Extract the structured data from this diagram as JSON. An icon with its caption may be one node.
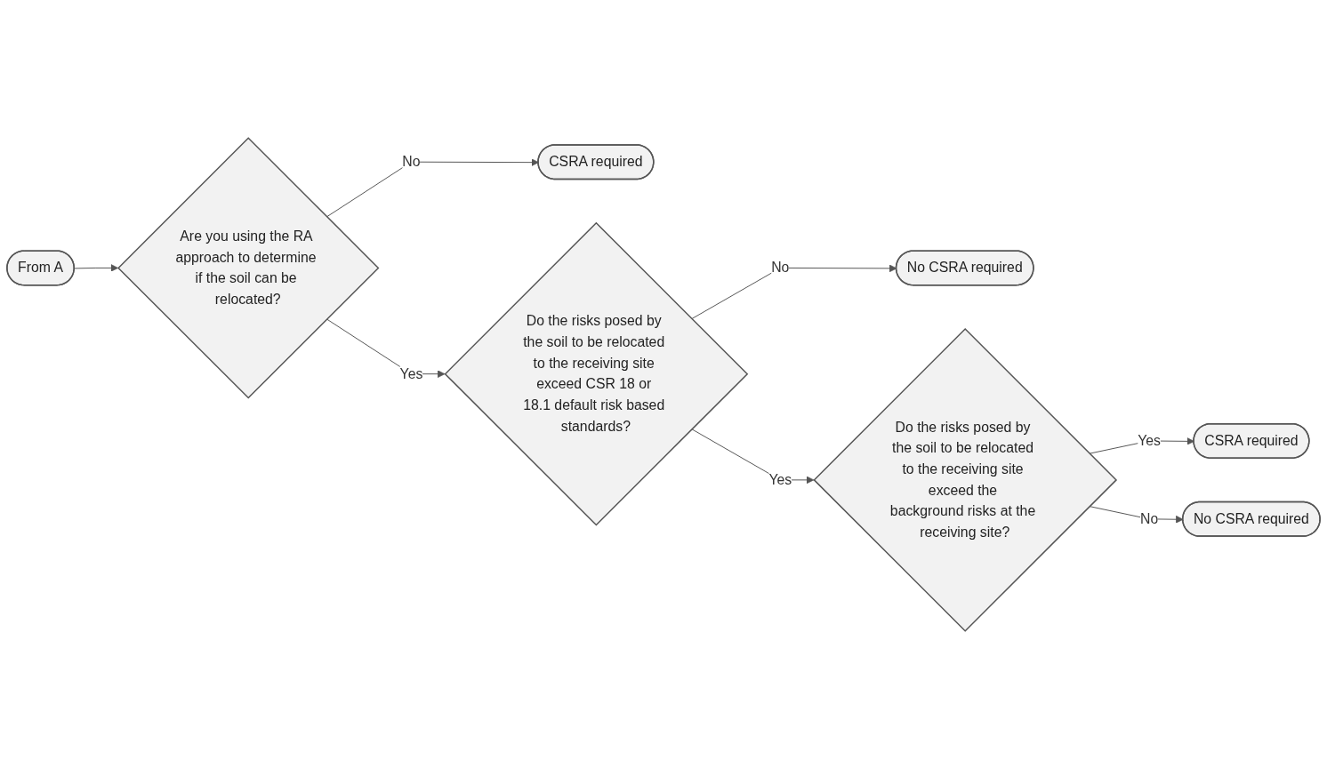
{
  "diagram": {
    "nodes": [
      {
        "text": [
          "From A"
        ]
      },
      {
        "text": [
          "Are you using the RA approach to determine if the soil can be relocated?"
        ]
      },
      {
        "text": [
          "CSRA required"
        ]
      },
      {
        "text": [
          "Do the risks posed by the soil to be relocated to the receiving site exceed CSR 18 or 18.1 default risk based standards?"
        ]
      },
      {
        "text": [
          "No CSRA required"
        ]
      },
      {
        "text": [
          "Do the risks posed by the soil to be relocated to the receiving site exceed the background risks at the receiving site?"
        ]
      },
      {
        "text": [
          "CSRA required"
        ]
      },
      {
        "text": [
          "No CSRA required"
        ]
      }
    ],
    "edges": [
      {
        "from": 0,
        "to": 1,
        "arrow": "to"
      },
      {
        "from": 1,
        "to": 2,
        "arrow": "to",
        "label": "No"
      },
      {
        "from": 1,
        "to": 3,
        "arrow": "to",
        "label": "Yes"
      },
      {
        "from": 3,
        "to": 4,
        "arrow": "to",
        "label": "No"
      },
      {
        "from": 3,
        "to": 5,
        "arrow": "to",
        "label": "Yes"
      },
      {
        "from": 5,
        "to": 6,
        "arrow": "to",
        "label": "Yes"
      },
      {
        "from": 5,
        "to": 7,
        "arrow": "to",
        "label": "No"
      }
    ]
  }
}
